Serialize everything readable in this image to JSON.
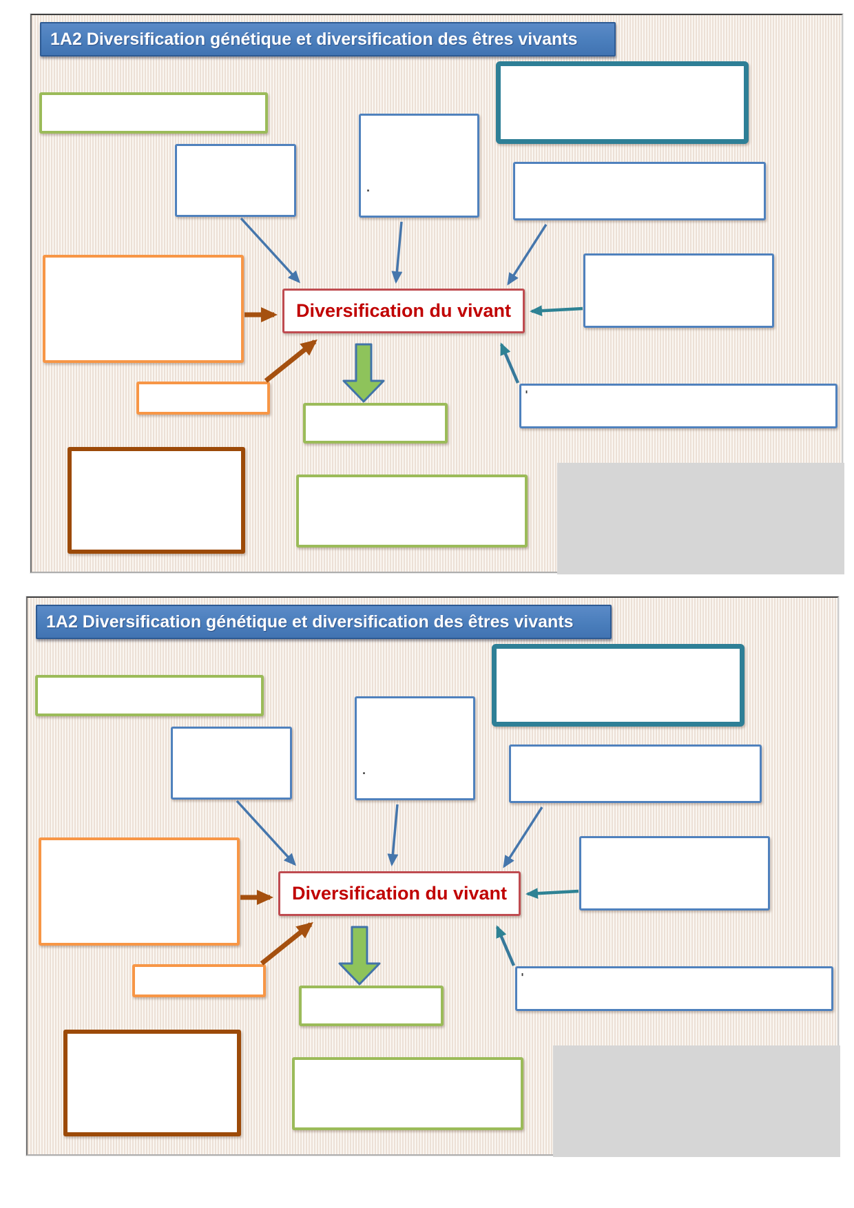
{
  "diagram": {
    "title_bar": {
      "label": "1A2 Diversification génétique et diversification des êtres vivants"
    },
    "central_box": {
      "label": "Diversification du vivant"
    },
    "panels": [
      {
        "name": "top-diagram"
      },
      {
        "name": "bottom-diagram"
      }
    ],
    "stray_marks": {
      "center_box_mark": ".",
      "lower_right_box_mark": "'"
    },
    "colors": {
      "title_bg": "#4a7ebc",
      "title_border": "#2d5a93",
      "title_text": "#ffffff",
      "central_border": "#bf4b50",
      "central_text": "#c00000",
      "blue_box_border": "#4f81bd",
      "teal_box_border": "#2e7f96",
      "green_box_border": "#9bbb59",
      "orange_box_border": "#f79646",
      "brown_box_border": "#9c4a08",
      "gray_block": "#d6d6d6",
      "blue_arrow": "#4576ac",
      "teal_arrow": "#2e8294",
      "brown_arrow": "#a5500f",
      "green_block_arrow_fill": "#8ec35b",
      "green_block_arrow_stroke": "#4173a8",
      "stripe_dark": "#ece0d6",
      "stripe_light": "#faf6f1"
    }
  }
}
